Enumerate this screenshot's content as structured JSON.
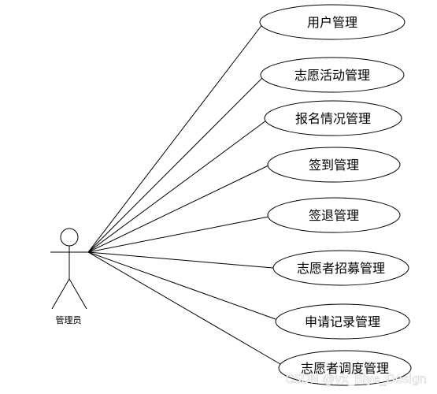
{
  "actor": {
    "label": "管理员"
  },
  "use_cases": [
    {
      "label": "用户管理"
    },
    {
      "label": "志愿活动管理"
    },
    {
      "label": "报名情况管理"
    },
    {
      "label": "签到管理"
    },
    {
      "label": "签退管理"
    },
    {
      "label": "志愿者招募管理"
    },
    {
      "label": "申请记录管理"
    },
    {
      "label": "志愿者调度管理"
    }
  ],
  "watermark": "CSDN @vx_Biye_Design",
  "colors": {
    "stroke": "#000000",
    "background": "#ffffff"
  }
}
